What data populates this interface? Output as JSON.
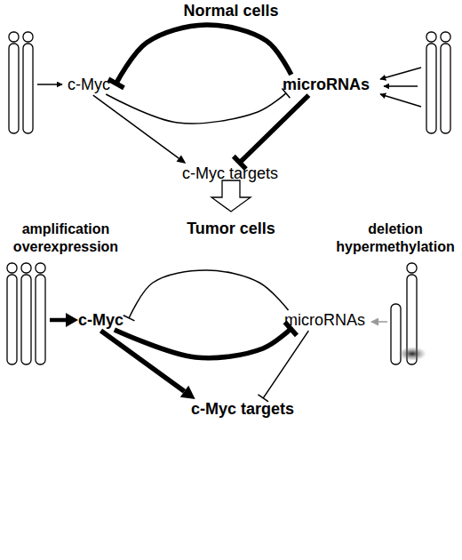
{
  "diagram": {
    "nodes": [
      {
        "text": [
          "c-Myc"
        ]
      },
      {
        "text": [
          "microRNAs"
        ]
      },
      {
        "text": [
          "c-Myc targets"
        ]
      },
      {
        "text": [
          "c-Myc"
        ]
      },
      {
        "text": [
          "microRNAs"
        ]
      },
      {
        "text": [
          "c-Myc targets"
        ]
      }
    ],
    "edges": [
      {
        "from": 1,
        "to": 0,
        "arrow": "to"
      },
      {
        "from": 0,
        "to": 1,
        "arrow": "to"
      },
      {
        "from": 0,
        "to": 2,
        "arrow": "to"
      },
      {
        "from": 1,
        "to": 2,
        "arrow": "to"
      },
      {
        "from": 4,
        "to": 3,
        "arrow": "to"
      },
      {
        "from": 3,
        "to": 4,
        "arrow": "to"
      },
      {
        "from": 3,
        "to": 5,
        "arrow": "to"
      },
      {
        "from": 4,
        "to": 5,
        "arrow": "to"
      }
    ],
    "labels": [
      "Normal cells",
      "Tumor cells",
      "amplification overexpression",
      "deletion hypermethylation"
    ]
  }
}
